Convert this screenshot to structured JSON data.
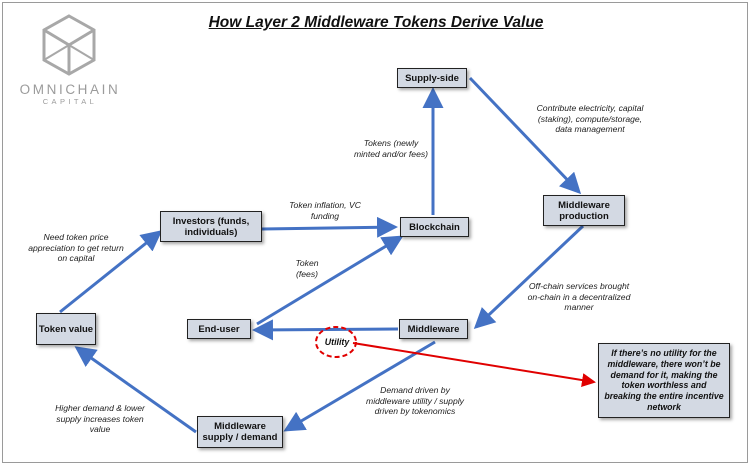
{
  "title": "How Layer 2 Middleware Tokens Derive Value",
  "logo": {
    "name": "OMNICHAIN",
    "sub": "CAPITAL"
  },
  "nodes": {
    "supply_side": "Supply-side",
    "middleware_production": "Middleware production",
    "blockchain": "Blockchain",
    "investors": "Investors (funds, individuals)",
    "middleware": "Middleware",
    "end_user": "End-user",
    "token_value": "Token value",
    "supply_demand": "Middleware supply / demand"
  },
  "edge_labels": {
    "tokens_minted": "Tokens (newly minted and/or fees)",
    "contribute": "Contribute electricity, capital (staking), compute/storage, data management",
    "inflation": "Token inflation, VC funding",
    "token_fees": "Token (fees)",
    "offchain": "Off-chain services brought on-chain in a decentralized manner",
    "need_price": "Need token price appreciation to get return on capital",
    "higher_demand": "Higher demand & lower supply increases token value",
    "demand_driven": "Demand driven by middleware utility / supply driven by tokenomics",
    "utility": "Utility"
  },
  "note": "If there’s no utility for the middleware, there won’t be demand for it, making the token worthless and breaking the entire incentive network",
  "colors": {
    "arrow": "#4472c4",
    "box_fill": "#d3d9e3",
    "highlight": "#e00000"
  }
}
